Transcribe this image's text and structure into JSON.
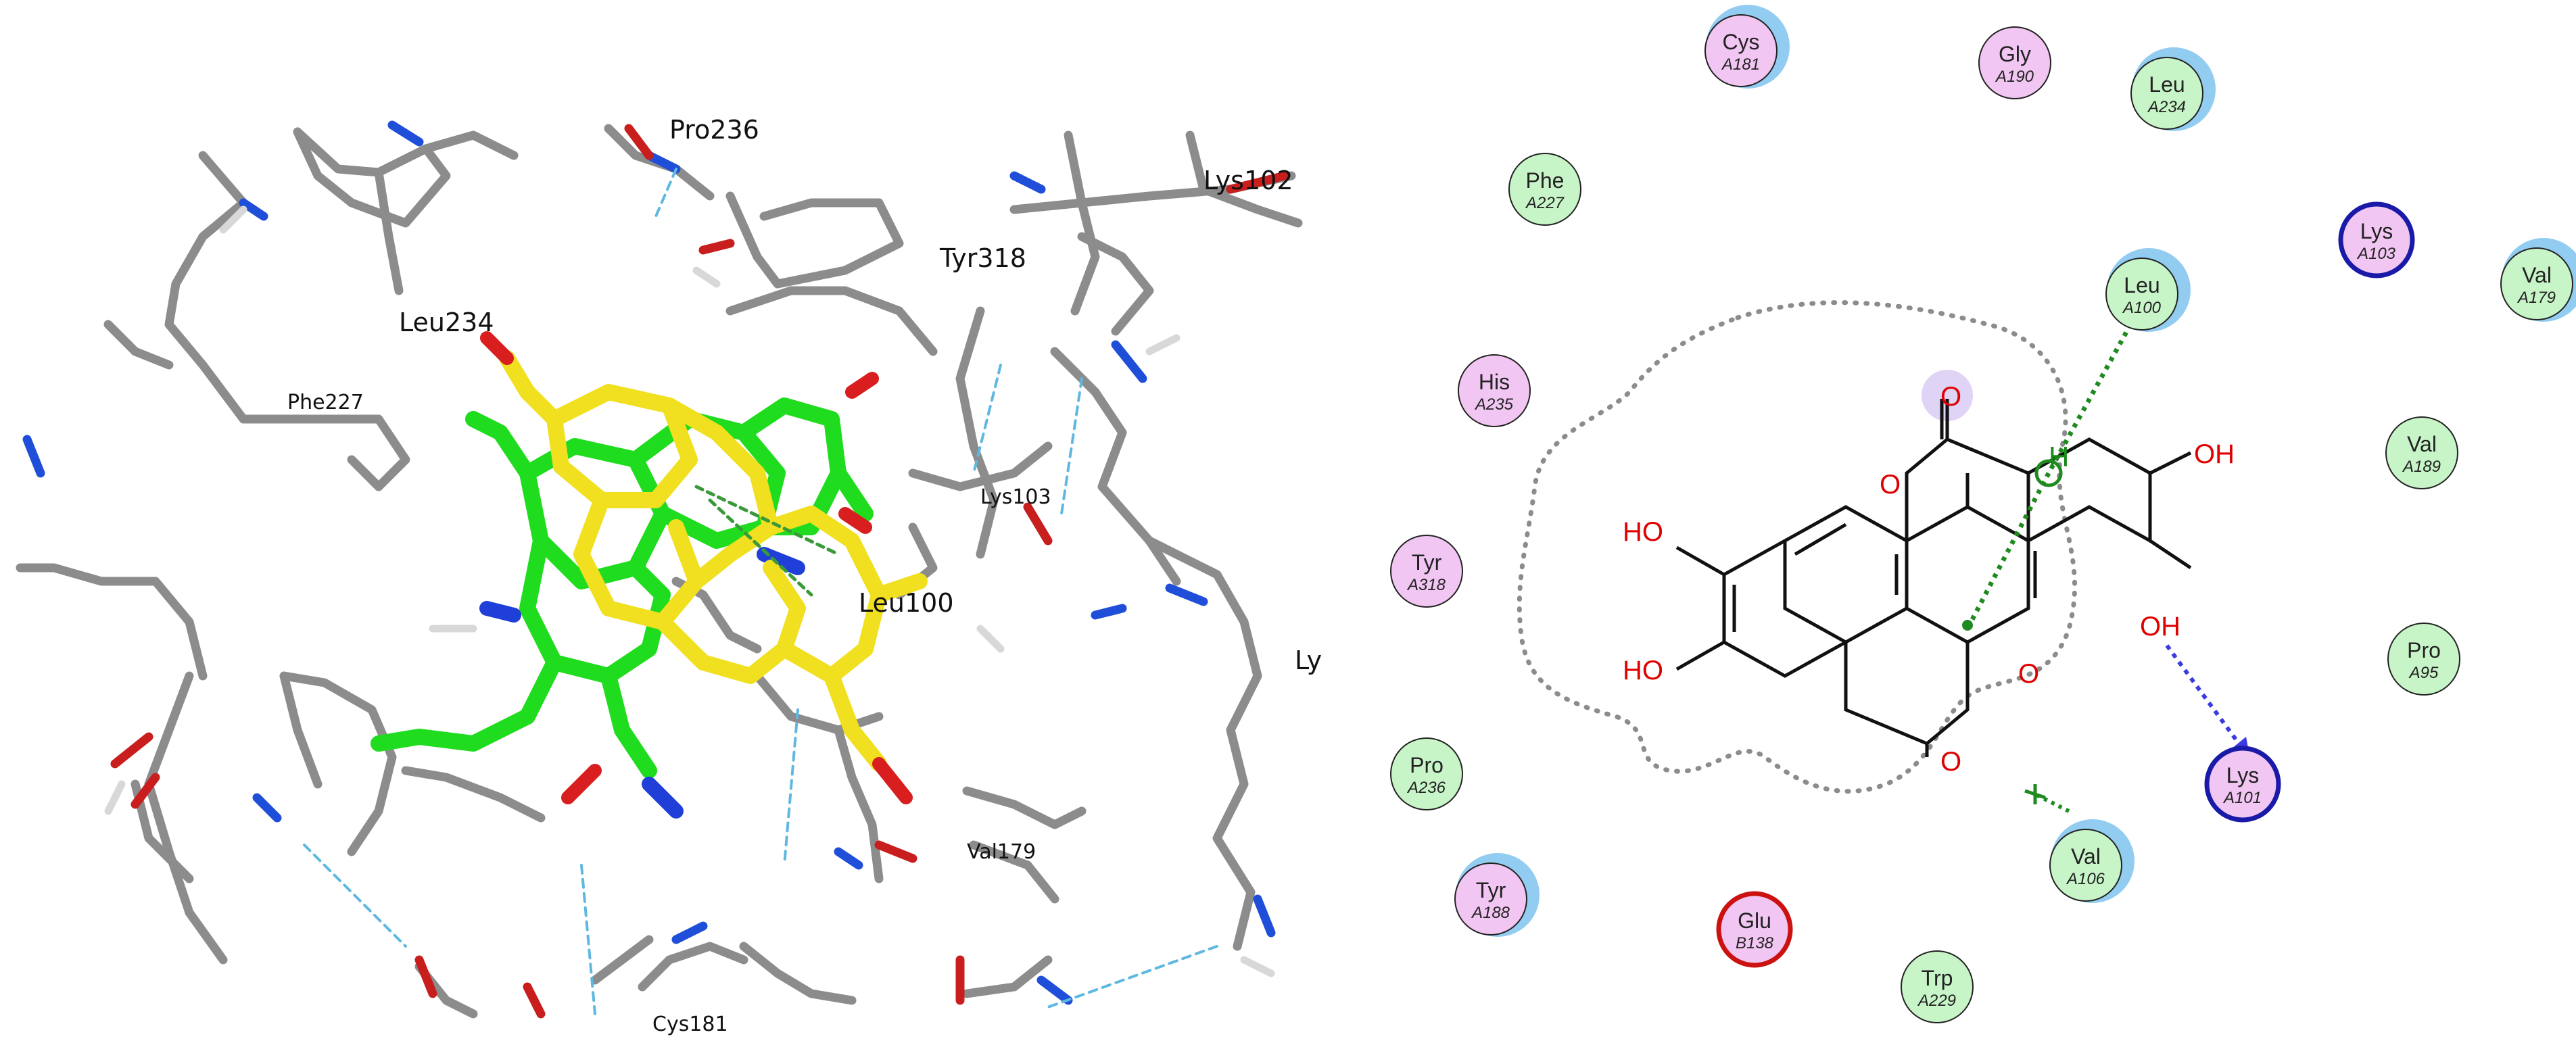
{
  "left_panel": {
    "labels": [
      {
        "id": "pro236",
        "text": "Pro236"
      },
      {
        "id": "lys102",
        "text": "Lys102"
      },
      {
        "id": "tyr318",
        "text": "Tyr318"
      },
      {
        "id": "leu234",
        "text": "Leu234"
      },
      {
        "id": "phe227",
        "text": "Phe227"
      },
      {
        "id": "lys103",
        "text": "Lys103"
      },
      {
        "id": "leu100",
        "text": "Leu100"
      },
      {
        "id": "val179",
        "text": "Val179"
      },
      {
        "id": "cys181",
        "text": "Cys181"
      },
      {
        "id": "ly",
        "text": "Ly"
      }
    ]
  },
  "right_panel": {
    "residues": [
      {
        "key": "cys181",
        "name": "Cys",
        "id": "A181",
        "kind": "polar"
      },
      {
        "key": "gly190",
        "name": "Gly",
        "id": "A190",
        "kind": "polar"
      },
      {
        "key": "leu234",
        "name": "Leu",
        "id": "A234",
        "kind": "hydrophobic"
      },
      {
        "key": "phe227",
        "name": "Phe",
        "id": "A227",
        "kind": "hydrophobic"
      },
      {
        "key": "lys103",
        "name": "Lys",
        "id": "A103",
        "kind": "positive"
      },
      {
        "key": "val179",
        "name": "Val",
        "id": "A179",
        "kind": "hydrophobic"
      },
      {
        "key": "leu100",
        "name": "Leu",
        "id": "A100",
        "kind": "hydrophobic"
      },
      {
        "key": "his235",
        "name": "His",
        "id": "A235",
        "kind": "polar"
      },
      {
        "key": "val189",
        "name": "Val",
        "id": "A189",
        "kind": "hydrophobic"
      },
      {
        "key": "tyr318",
        "name": "Tyr",
        "id": "A318",
        "kind": "polar"
      },
      {
        "key": "pro95",
        "name": "Pro",
        "id": "A95",
        "kind": "hydrophobic"
      },
      {
        "key": "pro236",
        "name": "Pro",
        "id": "A236",
        "kind": "hydrophobic"
      },
      {
        "key": "lys101",
        "name": "Lys",
        "id": "A101",
        "kind": "positive"
      },
      {
        "key": "tyr188",
        "name": "Tyr",
        "id": "A188",
        "kind": "polar"
      },
      {
        "key": "val106",
        "name": "Val",
        "id": "A106",
        "kind": "hydrophobic"
      },
      {
        "key": "glu138",
        "name": "Glu",
        "id": "B138",
        "kind": "negative"
      },
      {
        "key": "trp229",
        "name": "Trp",
        "id": "A229",
        "kind": "hydrophobic"
      }
    ],
    "atom_labels": {
      "o_top": "O",
      "o_ring1": "O",
      "oh_left1": "HO",
      "oh_left2": "HO",
      "oh_right1": "OH",
      "oh_right2": "OH",
      "o_ring2": "O",
      "o_bottom": "O"
    },
    "pi_h_label": "H",
    "colors": {
      "hydrophobic": "#c8f5c8",
      "polar": "#f2c6f2",
      "positive_ring": "#1a1aa8",
      "negative_ring": "#cc1111",
      "hbond": "#3a3ae0",
      "pi": "#1f8a1f",
      "contour": "#888888",
      "solvent": "#7fc4ee"
    }
  }
}
